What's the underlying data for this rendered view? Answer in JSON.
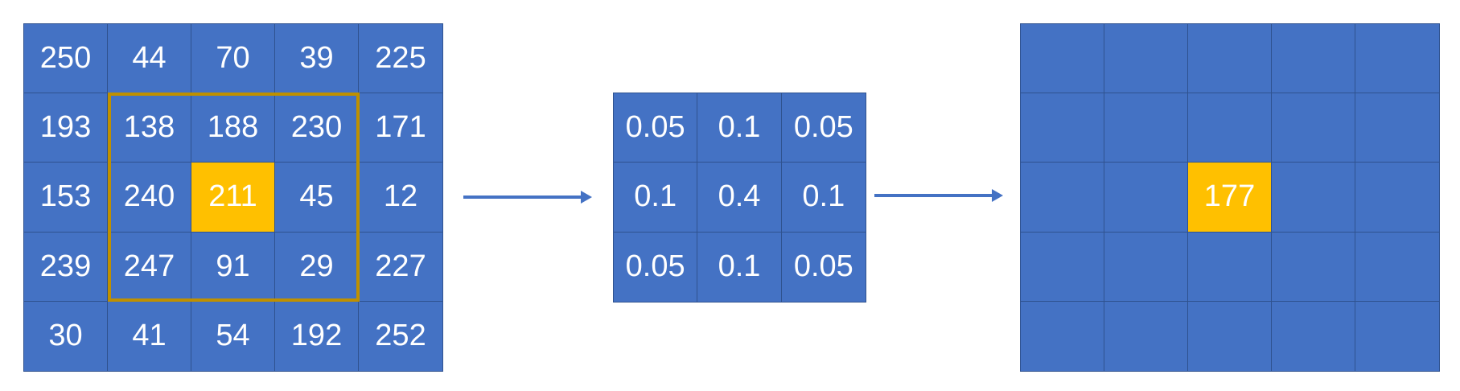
{
  "input_matrix": {
    "rows": [
      [
        "250",
        "44",
        "70",
        "39",
        "225"
      ],
      [
        "193",
        "138",
        "188",
        "230",
        "171"
      ],
      [
        "153",
        "240",
        "211",
        "45",
        "12"
      ],
      [
        "239",
        "247",
        "91",
        "29",
        "227"
      ],
      [
        "30",
        "41",
        "54",
        "192",
        "252"
      ]
    ],
    "highlight": {
      "row": 2,
      "col": 2
    },
    "window": {
      "row_start": 1,
      "col_start": 1,
      "size": 3
    }
  },
  "kernel": {
    "rows": [
      [
        "0.05",
        "0.1",
        "0.05"
      ],
      [
        "0.1",
        "0.4",
        "0.1"
      ],
      [
        "0.05",
        "0.1",
        "0.05"
      ]
    ]
  },
  "output_matrix": {
    "rows": [
      [
        "",
        "",
        "",
        "",
        ""
      ],
      [
        "",
        "",
        "",
        "",
        ""
      ],
      [
        "",
        "",
        "177",
        "",
        ""
      ],
      [
        "",
        "",
        "",
        "",
        ""
      ],
      [
        "",
        "",
        "",
        "",
        ""
      ]
    ],
    "highlight": {
      "row": 2,
      "col": 2
    }
  },
  "colors": {
    "cell_fill": "#4472c4",
    "cell_border": "#2f528f",
    "highlight_fill": "#ffc000",
    "window_border": "#bf9000",
    "arrow": "#4472c4",
    "text": "#ffffff"
  }
}
